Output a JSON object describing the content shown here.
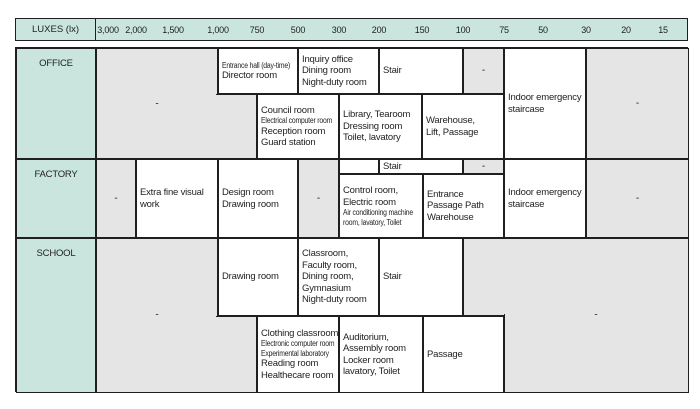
{
  "colors": {
    "header_bg": "#c9e5dd",
    "na_cell_bg": "#e5e5e5",
    "border": "#1f1f1f"
  },
  "dash": "-",
  "header": {
    "row_label": "LUXES (lx)",
    "ticks": [
      "3,000",
      "2,000",
      "1,500",
      "1,000",
      "750",
      "500",
      "300",
      "200",
      "150",
      "100",
      "75",
      "50",
      "30",
      "20",
      "15"
    ]
  },
  "rows": {
    "office": {
      "label": "OFFICE",
      "entrance_hall": [
        "Entrance hall (day-time)",
        "Director room"
      ],
      "inquiry_office": [
        "Inquiry office",
        "Dining room",
        "Night-duty room"
      ],
      "stair": "Stair",
      "council": [
        "Council room",
        "Electrical computer room",
        "Reception room",
        "Guard station"
      ],
      "library": [
        "Library, Tearoom",
        "Dressing room",
        "Toilet, lavatory"
      ],
      "warehouse": [
        "Warehouse,",
        "Lift, Passage"
      ],
      "indoor_staircase": [
        "Indoor emergency",
        "staircase"
      ]
    },
    "factory": {
      "label": "FACTORY",
      "extra_fine": [
        "Extra fine visual",
        "work"
      ],
      "design": [
        "Design room",
        "Drawing room"
      ],
      "stair": "Stair",
      "control": [
        "Control room,",
        "Electric room",
        "Air conditioning machine",
        "room, lavatory, Toilet"
      ],
      "entrance_path": [
        "Entrance",
        "Passage Path",
        "Warehouse"
      ],
      "indoor_staircase": [
        "Indoor emergency",
        "staircase"
      ]
    },
    "school": {
      "label": "SCHOOL",
      "drawing": "Drawing room",
      "classroom": [
        "Classroom,",
        "Faculty room,",
        "Dining room,",
        "Gymnasium",
        "Night-duty room"
      ],
      "stair": "Stair",
      "clothing": [
        "Clothing classroom,",
        "Electronic computer room",
        "Experimental laboratory",
        "Reading room",
        "Healthecare room"
      ],
      "auditorium": [
        "Auditorium,",
        "Assembly room",
        "Locker room",
        "lavatory, Toilet"
      ],
      "passage": "Passage"
    }
  }
}
